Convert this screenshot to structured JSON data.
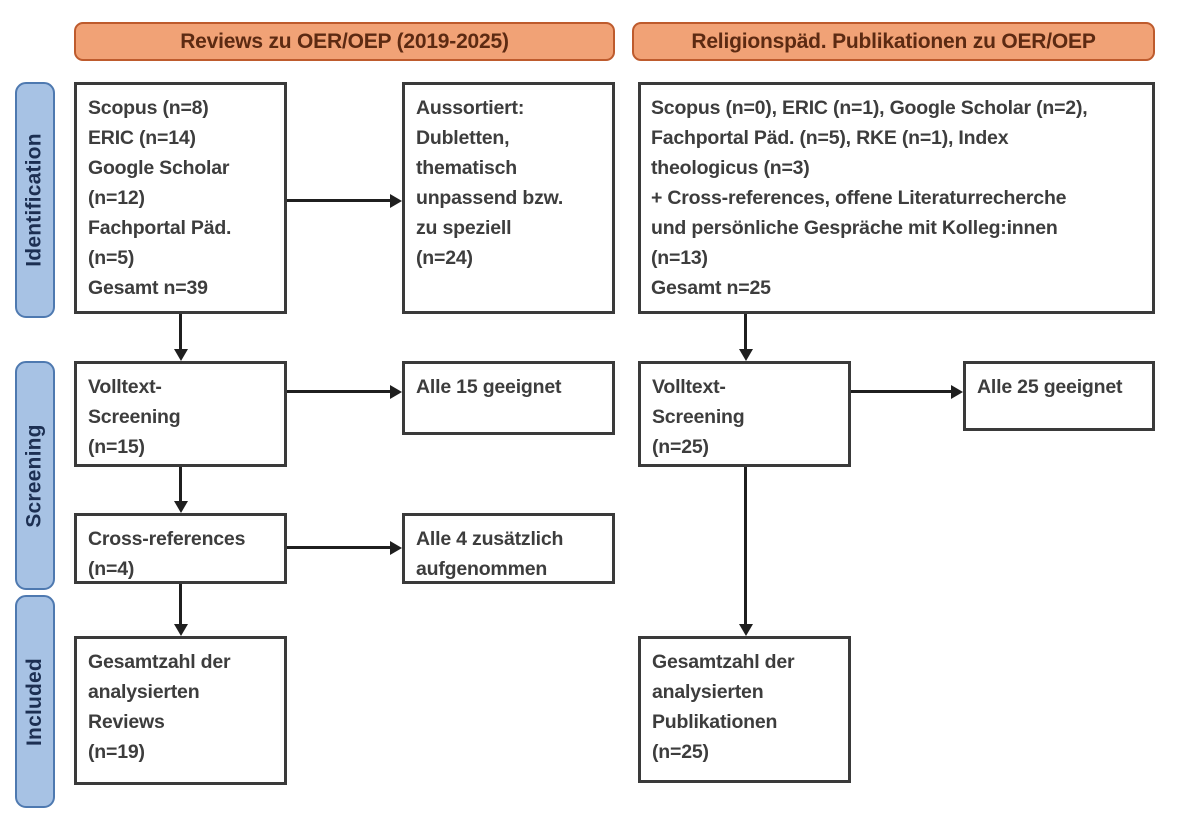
{
  "colors": {
    "header-fill": "#F1A276",
    "header-border": "#BE5B2D",
    "header-text": "#5C2A12",
    "stage-fill": "#A7C2E4",
    "stage-border": "#4E79B0",
    "stage-text": "#1C2F52",
    "box-border": "#3A3A3A",
    "box-text": "#3D3D3D",
    "arrow": "#1F1F1F"
  },
  "headers": {
    "left": "Reviews zu OER/OEP (2019-2025)",
    "right": "Religionspäd. Publikationen zu OER/OEP"
  },
  "stages": {
    "identification": "Identification",
    "screening": "Screening",
    "included": "Included"
  },
  "left_flow": {
    "sources": "Scopus (n=8)\nERIC (n=14)\nGoogle Scholar\n(n=12)\nFachportal Päd.\n(n=5)\nGesamt n=39",
    "excluded": "Aussortiert:\nDubletten,\nthematisch\nunpassend bzw.\nzu speziell\n(n=24)",
    "fulltext": "Volltext-\nScreening\n(n=15)",
    "fulltext_result": "Alle 15 geeignet",
    "crossref": "Cross-references\n(n=4)",
    "crossref_result": "Alle 4 zusätzlich\naufgenommen",
    "included": "Gesamtzahl der\nanalysierten\nReviews\n(n=19)"
  },
  "right_flow": {
    "sources": "Scopus (n=0), ERIC (n=1), Google Scholar (n=2),\nFachportal Päd. (n=5), RKE (n=1), Index\ntheologicus (n=3)\n+ Cross-references, offene Literaturrecherche\nund persönliche Gespräche mit Kolleg:innen\n(n=13)\nGesamt n=25",
    "fulltext": "Volltext-\nScreening\n(n=25)",
    "fulltext_result": "Alle 25 geeignet",
    "included": "Gesamtzahl der\nanalysierten\nPublikationen\n(n=25)"
  }
}
